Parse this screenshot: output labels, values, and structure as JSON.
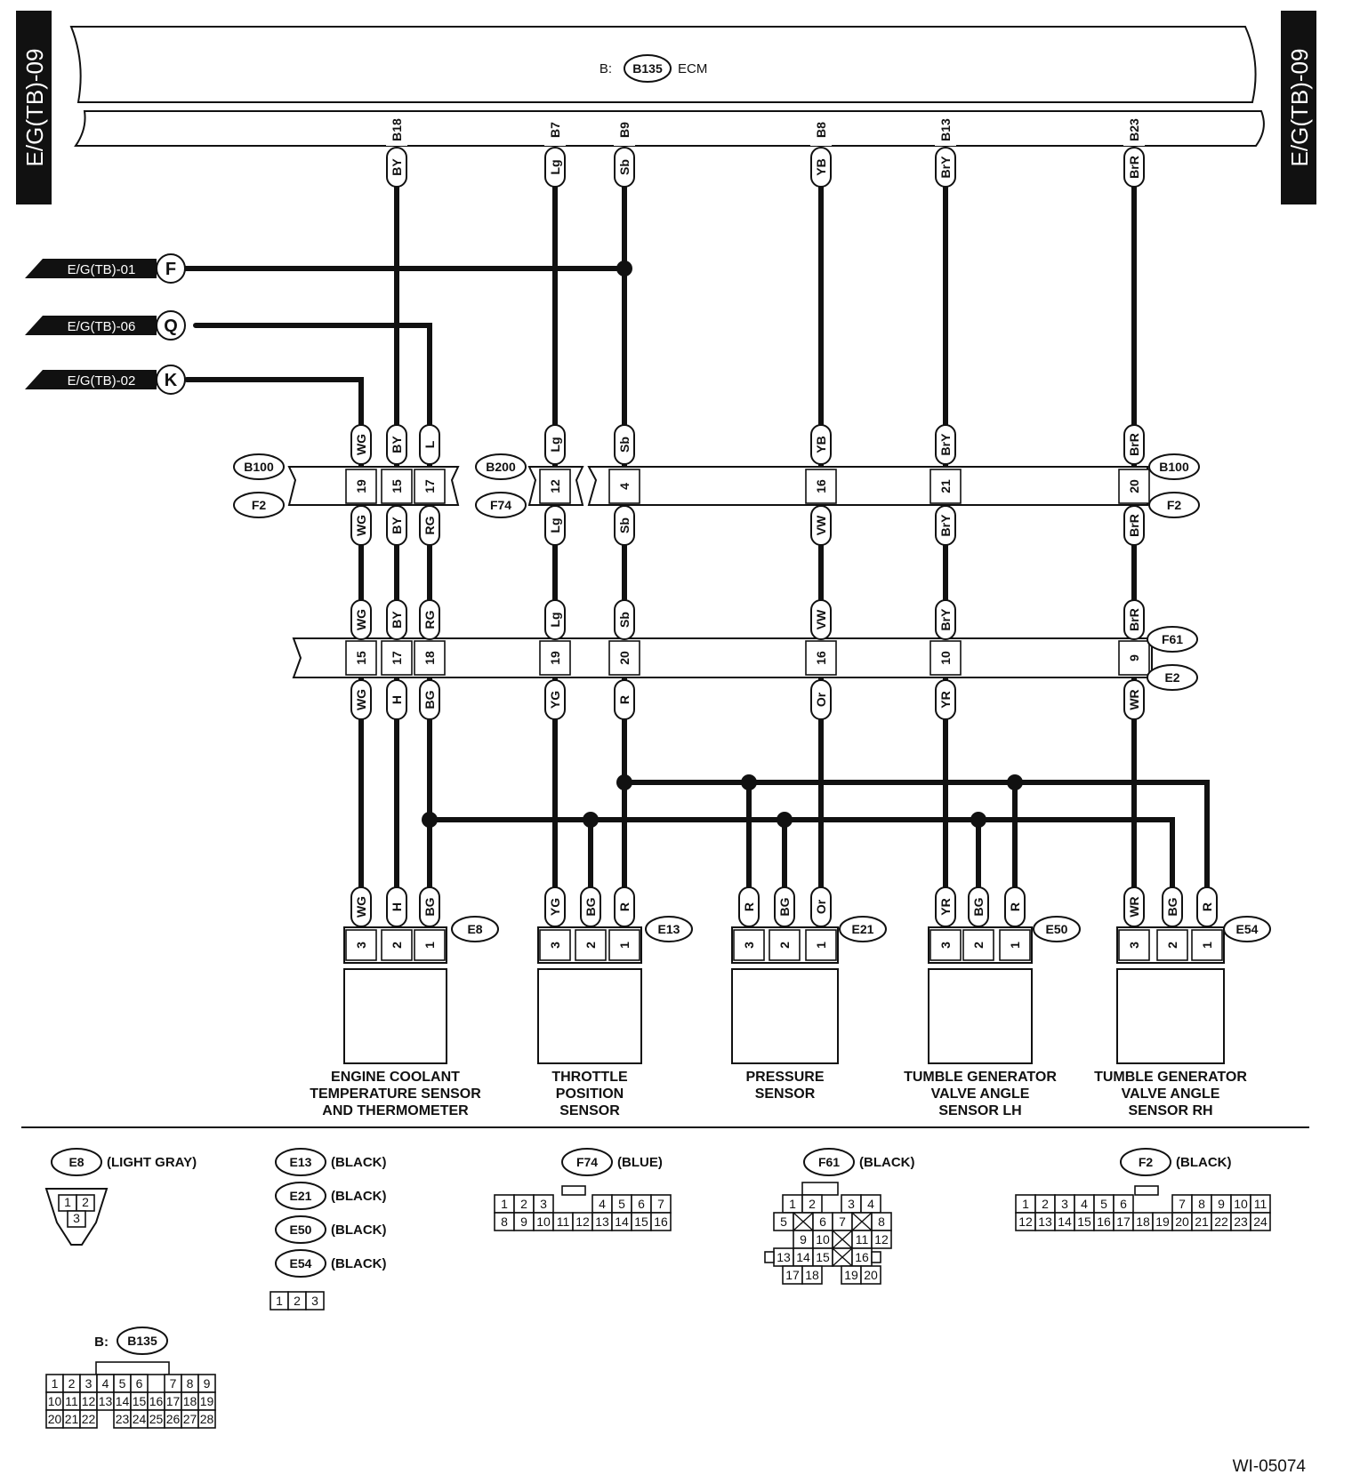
{
  "ecm": {
    "prefix": "B:",
    "connector": "B135",
    "label": "ECM"
  },
  "side_tab": "E/G(TB)-09",
  "ecm_pins": [
    {
      "pin": "B18",
      "color": "BY"
    },
    {
      "pin": "B7",
      "color": "Lg"
    },
    {
      "pin": "B9",
      "color": "Sb"
    },
    {
      "pin": "B8",
      "color": "YB"
    },
    {
      "pin": "B13",
      "color": "BrY"
    },
    {
      "pin": "B23",
      "color": "BrR"
    }
  ],
  "refs": [
    {
      "text": "E/G(TB)-01",
      "tag": "F"
    },
    {
      "text": "E/G(TB)-06",
      "tag": "Q"
    },
    {
      "text": "E/G(TB)-02",
      "tag": "K"
    }
  ],
  "row1_upper": [
    "WG",
    "BY",
    "L",
    "Lg",
    "Sb",
    "YB",
    "BrY",
    "BrR"
  ],
  "row1_pins": [
    "19",
    "15",
    "17",
    "12",
    "4",
    "16",
    "21",
    "20"
  ],
  "row1_lower": [
    "WG",
    "BY",
    "RG",
    "Lg",
    "Sb",
    "VW",
    "BrY",
    "BrR"
  ],
  "row2_upper": [
    "WG",
    "BY",
    "RG",
    "Lg",
    "Sb",
    "VW",
    "BrY",
    "BrR"
  ],
  "row2_pins": [
    "15",
    "17",
    "18",
    "19",
    "20",
    "16",
    "10",
    "9"
  ],
  "row2_lower": [
    "WG",
    "H",
    "BG",
    "YG",
    "R",
    "Or",
    "YR",
    "WR"
  ],
  "conn_tags": {
    "b100": "B100",
    "f2": "F2",
    "b200": "B200",
    "f74": "F74",
    "f61": "F61",
    "e2": "E2"
  },
  "sensors": [
    {
      "tag": "E8",
      "wires": [
        "WG",
        "H",
        "BG"
      ],
      "pins": [
        "3",
        "2",
        "1"
      ],
      "lines": [
        "ENGINE COOLANT",
        "TEMPERATURE SENSOR",
        "AND THERMOMETER"
      ]
    },
    {
      "tag": "E13",
      "wires": [
        "YG",
        "BG",
        "R"
      ],
      "pins": [
        "3",
        "2",
        "1"
      ],
      "lines": [
        "THROTTLE",
        "POSITION",
        "SENSOR"
      ]
    },
    {
      "tag": "E21",
      "wires": [
        "R",
        "BG",
        "Or"
      ],
      "pins": [
        "3",
        "2",
        "1"
      ],
      "lines": [
        "PRESSURE",
        "SENSOR",
        ""
      ]
    },
    {
      "tag": "E50",
      "wires": [
        "YR",
        "BG",
        "R"
      ],
      "pins": [
        "3",
        "2",
        "1"
      ],
      "lines": [
        "TUMBLE GENERATOR",
        "VALVE ANGLE",
        "SENSOR LH"
      ]
    },
    {
      "tag": "E54",
      "wires": [
        "WR",
        "BG",
        "R"
      ],
      "pins": [
        "3",
        "2",
        "1"
      ],
      "lines": [
        "TUMBLE GENERATOR",
        "VALVE ANGLE",
        "SENSOR RH"
      ]
    }
  ],
  "legend": {
    "e8": {
      "tag": "E8",
      "color": "(LIGHT GRAY)"
    },
    "black_group": [
      {
        "tag": "E13",
        "color": "(BLACK)"
      },
      {
        "tag": "E21",
        "color": "(BLACK)"
      },
      {
        "tag": "E50",
        "color": "(BLACK)"
      },
      {
        "tag": "E54",
        "color": "(BLACK)"
      }
    ],
    "f74": {
      "tag": "F74",
      "color": "(BLUE)"
    },
    "f61": {
      "tag": "F61",
      "color": "(BLACK)"
    },
    "f2": {
      "tag": "F2",
      "color": "(BLACK)"
    },
    "b135": {
      "prefix": "B:",
      "tag": "B135"
    }
  },
  "drawing_number": "WI-05074"
}
